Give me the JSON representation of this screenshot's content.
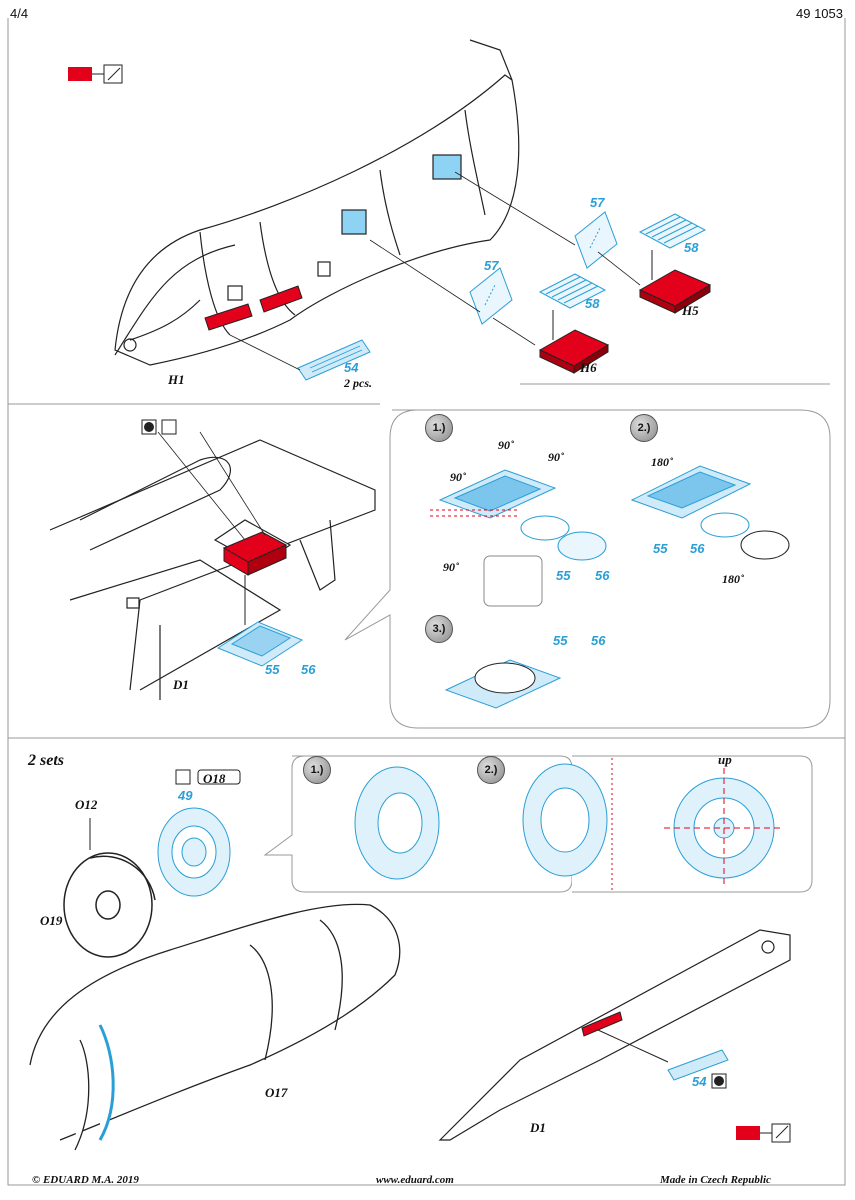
{
  "header": {
    "page": "4/4",
    "code": "49 1053"
  },
  "colors": {
    "red": "#e3001b",
    "blue": "#2a9fd6",
    "line": "#222222"
  },
  "section1": {
    "labels": {
      "h1": "H1",
      "h5": "H5",
      "h6": "H6"
    },
    "parts": {
      "p57a": "57",
      "p58a": "58",
      "p57b": "57",
      "p58b": "58",
      "p54": "54",
      "pcs": "2 pcs."
    }
  },
  "section2": {
    "d1": "D1",
    "steps": [
      "1.)",
      "2.)",
      "3.)"
    ],
    "angles": {
      "a1": "90˚",
      "a2": "90˚",
      "a3": "90˚",
      "a4": "90˚",
      "a5": "180˚",
      "a6": "180˚"
    },
    "parts": {
      "n55a": "55",
      "n56a": "56",
      "n55b": "55",
      "n56b": "56",
      "n55c": "55",
      "n56c": "56",
      "n55d": "55",
      "n56d": "56"
    }
  },
  "section3": {
    "sets": "2 sets",
    "steps": [
      "1.)",
      "2.)"
    ],
    "up": "up",
    "labels": {
      "o12": "O12",
      "o18": "O18",
      "o19": "O19",
      "o17": "O17",
      "d1": "D1"
    },
    "parts": {
      "p49": "49",
      "p54": "54"
    }
  },
  "footer": {
    "copyright": "© EDUARD  M.A. 2019",
    "website": "www.eduard.com",
    "made": "Made in Czech Republic"
  }
}
